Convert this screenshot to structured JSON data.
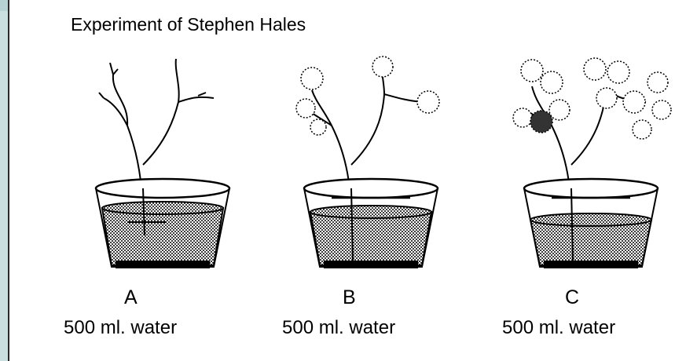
{
  "title": "Experiment of Stephen Hales",
  "plants": [
    {
      "letter": "A",
      "caption": "500 ml. water",
      "foliage": "none"
    },
    {
      "letter": "B",
      "caption": "500 ml. water",
      "foliage": "few leaves"
    },
    {
      "letter": "C",
      "caption": "500 ml. water",
      "foliage": "many leaves"
    }
  ],
  "colors": {
    "background": "#c9dfe0",
    "panel": "#ffffff",
    "ink": "#000000",
    "water": "#6f6f6f"
  },
  "icons": [
    "bare-twig-icon",
    "leaf-cluster-icon",
    "pot-icon",
    "water-icon"
  ]
}
